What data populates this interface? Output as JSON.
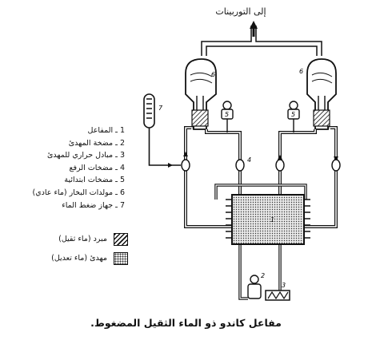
{
  "top_label": "إلى التوربينات",
  "legend": [
    {
      "num": "1",
      "label": "1 ـ المفاعل"
    },
    {
      "num": "2",
      "label": "2 ـ مضخة المهدئ"
    },
    {
      "num": "3",
      "label": "3 ـ مبادل حراري للمهدئ"
    },
    {
      "num": "4",
      "label": "4 ـ مضخات الرفع"
    },
    {
      "num": "5",
      "label": "5 ـ مضخات ابتدائية"
    },
    {
      "num": "6",
      "label": "6 ـ مولدات البخار (ماء عادي)"
    },
    {
      "num": "7",
      "label": "7 ـ جهاز ضغط الماء"
    }
  ],
  "keys": {
    "coolant": "مبرد (ماء ثقيل)",
    "moderator": "مهدئ (ماء تعديل)"
  },
  "caption": "مفاعل كاندو ذو الماء الثقيل المضغوط.",
  "part_numbers": {
    "steam_gen": "6",
    "primary_pump": "5",
    "lift_pump": "4",
    "pressurizer": "7",
    "moderator_pump": "2",
    "heat_exchanger": "3",
    "reactor": "1"
  }
}
